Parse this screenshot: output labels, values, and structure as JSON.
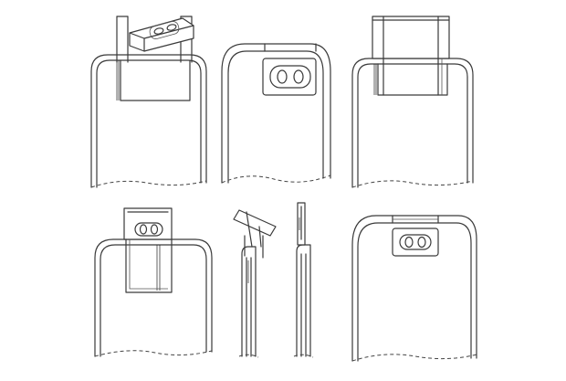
{
  "figure": {
    "views": [
      {
        "id": "view-1",
        "depicts": "phone-with-raised-tilted-camera-module"
      },
      {
        "id": "view-2",
        "depicts": "phone-with-retracted-camera-module"
      },
      {
        "id": "view-3",
        "depicts": "phone-with-raised-camera-slider"
      },
      {
        "id": "view-4",
        "depicts": "phone-with-raised-flip-camera-module"
      },
      {
        "id": "view-5",
        "depicts": "side-views-camera-rotation"
      },
      {
        "id": "view-6",
        "depicts": "phone-with-flush-camera-module"
      }
    ]
  }
}
